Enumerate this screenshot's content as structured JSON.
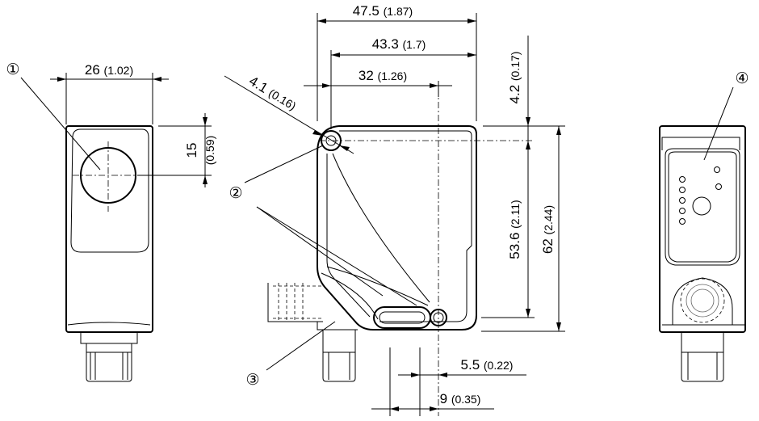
{
  "dimensions": {
    "width_47_5": {
      "value": "47.5",
      "paren": "(1.87)"
    },
    "width_43_3": {
      "value": "43.3",
      "paren": "(1.7)"
    },
    "width_32": {
      "value": "32",
      "paren": "(1.26)"
    },
    "hole_4_1": {
      "value": "4.1",
      "paren": "(0.16)"
    },
    "width_26": {
      "value": "26",
      "paren": "(1.02)"
    },
    "height_15": {
      "value": "15",
      "paren": "(0.59)"
    },
    "height_4_2": {
      "value": "4.2",
      "paren": "(0.17)"
    },
    "height_53_6": {
      "value": "53.6",
      "paren": "(2.11)"
    },
    "height_62": {
      "value": "62",
      "paren": "(2.44)"
    },
    "width_5_5": {
      "value": "5.5",
      "paren": "(0.22)"
    },
    "width_9": {
      "value": "9",
      "paren": "(0.35)"
    }
  },
  "callouts": [
    "①",
    "②",
    "③",
    "④"
  ]
}
